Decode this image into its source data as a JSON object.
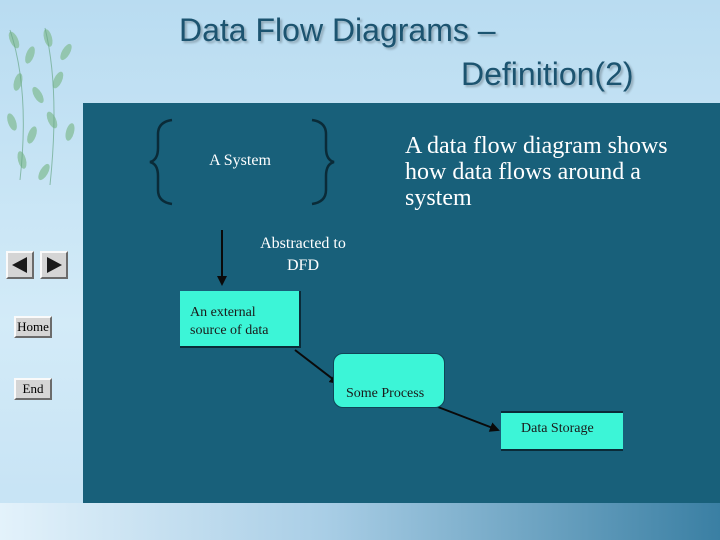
{
  "slide": {
    "title_line1": "Data Flow Diagrams –",
    "title_line2": "Definition(2)"
  },
  "navigation": {
    "prev_icon": "triangle-left-icon",
    "next_icon": "triangle-right-icon",
    "home_label": "Home",
    "end_label": "End"
  },
  "diagram": {
    "system_label": "A System",
    "description": "A data flow diagram shows how data flows around a system",
    "abstraction_line1": "Abstracted to",
    "abstraction_line2": "DFD",
    "external_source_line1": "An external",
    "external_source_line2": "source of data",
    "process_label": "Some Process",
    "storage_label": "Data Storage"
  },
  "colors": {
    "panel": "#18607a",
    "node_fill": "#3cf5d7",
    "title_text": "#1c5470"
  }
}
